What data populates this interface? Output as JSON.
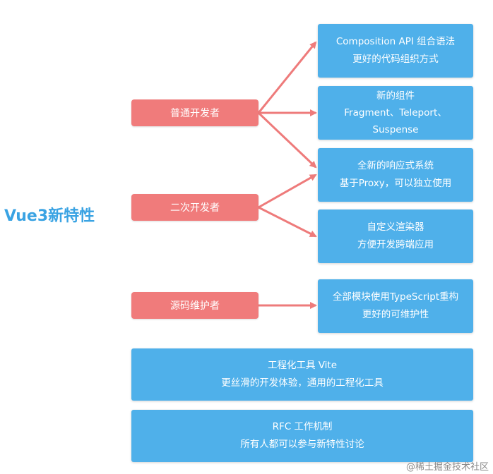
{
  "title": "Vue3新特性",
  "roles": {
    "normal": "普通开发者",
    "secondary": "二次开发者",
    "source": "源码维护者"
  },
  "features": {
    "composition": {
      "line1": "Composition API 组合语法",
      "line2": "更好的代码组织方式"
    },
    "components": {
      "line1": "新的组件",
      "line2": "Fragment、Teleport、",
      "line3": "Suspense"
    },
    "reactivity": {
      "line1": "全新的响应式系统",
      "line2": "基于Proxy，可以独立使用"
    },
    "renderer": {
      "line1": "自定义渲染器",
      "line2": "方便开发跨端应用"
    },
    "typescript": {
      "line1": "全部模块使用TypeScript重构",
      "line2": "更好的可维护性"
    },
    "vite": {
      "line1": "工程化工具 Vite",
      "line2": "更丝滑的开发体验，通用的工程化工具"
    },
    "rfc": {
      "line1": "RFC 工作机制",
      "line2": "所有人都可以参与新特性讨论"
    }
  },
  "watermark": "@稀土掘金技术社区",
  "colors": {
    "title": "#3aa3e3",
    "role": "#f07b7b",
    "feature": "#4fb0ea",
    "arrow": "#ee7b7b"
  }
}
